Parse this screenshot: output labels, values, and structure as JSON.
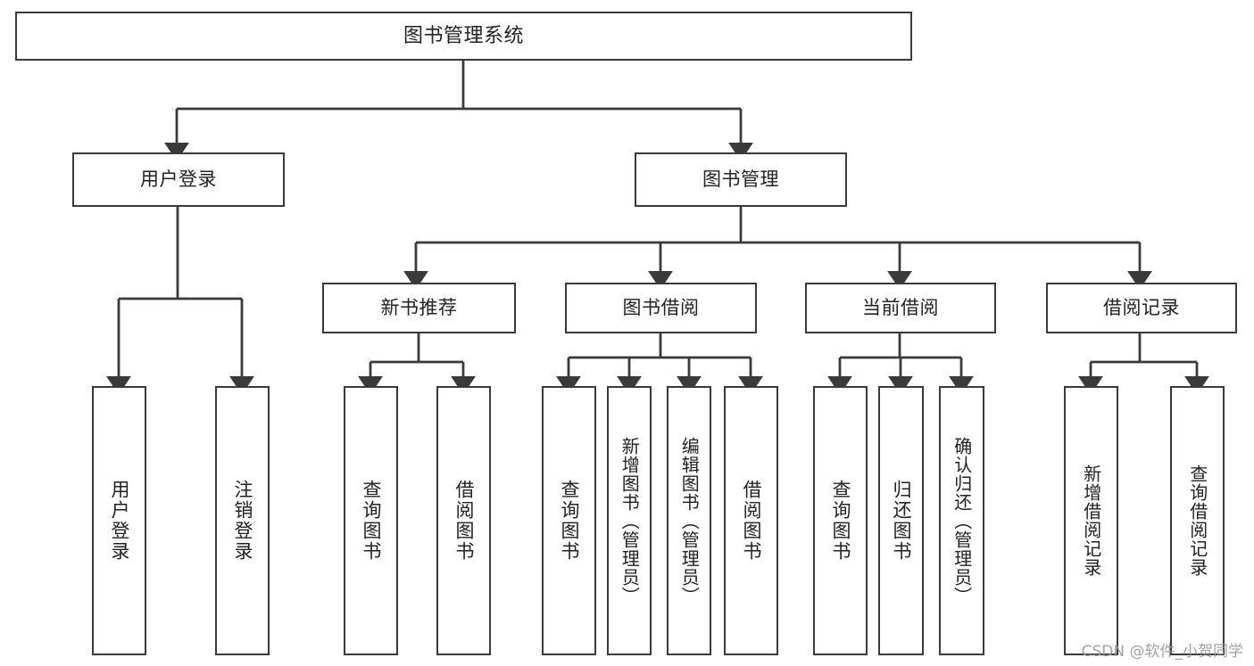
{
  "diagram": {
    "title": "图书管理系统",
    "type": "hierarchy-tree",
    "line_color": "#3a3a3a",
    "box_fill": "#ffffff",
    "text_color": "#222222",
    "root": {
      "label": "图书管理系统"
    },
    "level2": [
      {
        "label": "用户登录"
      },
      {
        "label": "图书管理"
      }
    ],
    "level3": [
      {
        "label": "新书推荐"
      },
      {
        "label": "图书借阅"
      },
      {
        "label": "当前借阅"
      },
      {
        "label": "借阅记录"
      }
    ],
    "leaves": {
      "user_login": [
        {
          "label": "用户登录"
        },
        {
          "label": "注销登录"
        }
      ],
      "new_book_recommend": [
        {
          "label": "查询图书"
        },
        {
          "label": "借阅图书"
        }
      ],
      "book_borrow": [
        {
          "label": "查询图书"
        },
        {
          "label": "新增图书（管理员）"
        },
        {
          "label": "编辑图书（管理员）"
        },
        {
          "label": "借阅图书"
        }
      ],
      "current_borrow": [
        {
          "label": "查询图书"
        },
        {
          "label": "归还图书"
        },
        {
          "label": "确认归还（管理员）"
        }
      ],
      "borrow_record": [
        {
          "label": "新增借阅记录"
        },
        {
          "label": "查询借阅记录"
        }
      ]
    }
  },
  "watermark": {
    "text": "CSDN @软件_小贺同学"
  }
}
